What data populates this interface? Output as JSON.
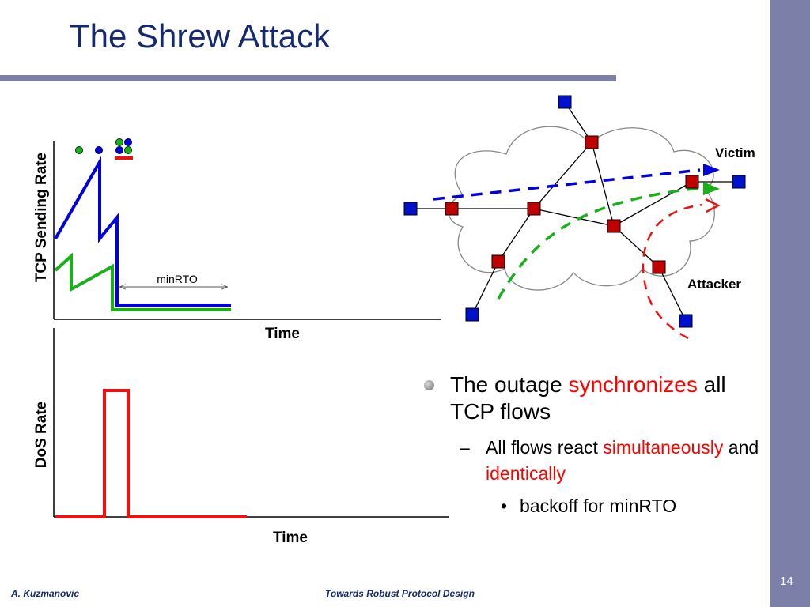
{
  "title": "The Shrew Attack",
  "top_chart": {
    "ylabel": "TCP Sending Rate",
    "xlabel": "Time",
    "annotation": "minRTO"
  },
  "bottom_chart": {
    "ylabel": "DoS Rate",
    "xlabel": "Time"
  },
  "network": {
    "victim_label": "Victim",
    "attacker_label": "Attacker"
  },
  "bullets": {
    "b1_pre": "The outage ",
    "b1_red": "synchronizes",
    "b1_post": " all TCP flows",
    "b2_dash": "–",
    "b2_pre": "All flows react ",
    "b2_red1": "simultaneously",
    "b2_mid": " and ",
    "b2_red2": "identically",
    "b3_dot": "•",
    "b3_text": "backoff for minRTO"
  },
  "footer": {
    "author": "A. Kuzmanovic",
    "center": "Towards Robust Protocol Design",
    "page": "14"
  },
  "colors": {
    "title": "#142a6c",
    "band": "#7c80a9",
    "tcp_blue": "#0000dd",
    "tcp_green": "#1ab01a",
    "dos_red": "#ee1111",
    "router": "#c00000",
    "host": "#0011cc"
  }
}
